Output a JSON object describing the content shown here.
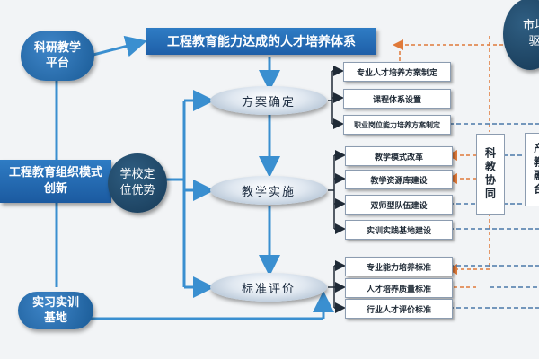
{
  "title": "工程教育能力达成的人才培养体系",
  "nodes": {
    "research_platform": "科研教学平台",
    "school_position": "学校定位优势",
    "main_innovation": "工程教育组织模式创新",
    "practice_base": "实习实训基地",
    "market_driven": "市场驱"
  },
  "stages": {
    "plan": "方案确定",
    "teaching": "教学实施",
    "evaluation": "标准评价"
  },
  "plan_items": [
    "专业人才培养方案制定",
    "课程体系设置",
    "职业岗位能力培养方案制定"
  ],
  "teaching_items": [
    "教学模式改革",
    "教学资源库建设",
    "双师型队伍建设",
    "实训实践基地建设"
  ],
  "evaluation_items": [
    "专业能力培养标准",
    "人才培养质量标准",
    "行业人才评价标准"
  ],
  "collab": "科教协同",
  "industry": "产教融合",
  "colors": {
    "primary_blue": "#1e5fa8",
    "arrow_blue": "#3a8fd0",
    "dashed_orange": "#e07a3a",
    "dashed_blue": "#4a78a8"
  }
}
